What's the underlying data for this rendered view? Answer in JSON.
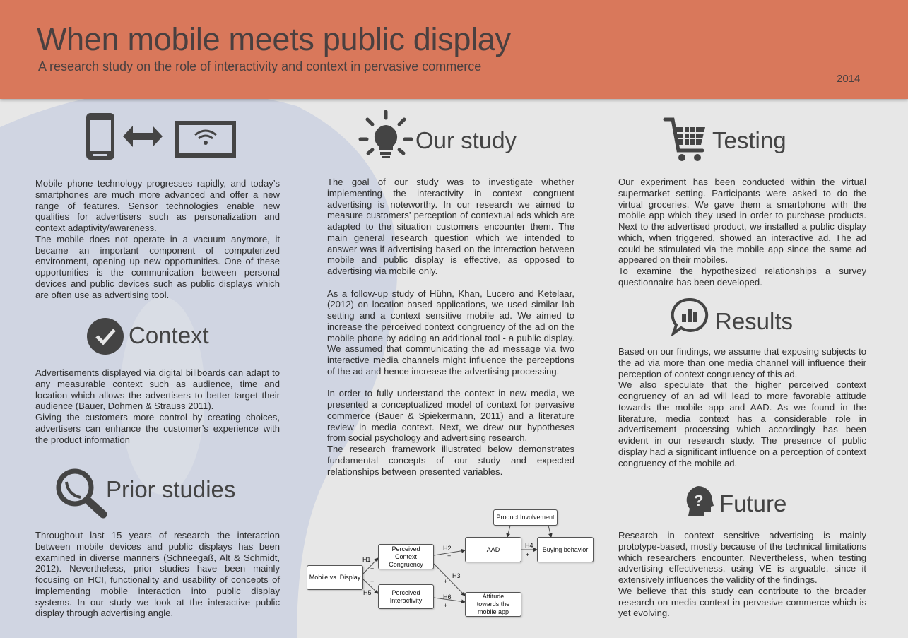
{
  "header": {
    "title": "When mobile meets public display",
    "subtitle": "A research study on the role of interactivity and context in pervasive commerce",
    "year": "2014"
  },
  "intro": {
    "paragraphs": [
      "Mobile phone technology progresses rapidly, and today’s smartphones are much more advanced and offer a new range of features. Sensor technologies enable new qualities for advertisers such as personalization and context adaptivity/awareness.",
      "The mobile does not operate in a vacuum anymore, it became an important component of computerized environment, opening up new opportunities. One of these opportunities is the communication between personal devices and public devices such as public displays which are often use as advertising tool."
    ]
  },
  "context": {
    "heading": "Context",
    "paragraphs": [
      "Advertisements displayed via digital billboards can adapt to any measurable context such as audience, time and location which allows the advertisers to better target their audience (Bauer, Dohmen & Strauss 2011).",
      "Giving the customers more control by creating choices, advertisers can enhance the customer’s experience with the product information"
    ]
  },
  "prior": {
    "heading": "Prior studies",
    "paragraphs": [
      "Throughout last 15 years of research the interaction between mobile devices and public displays has been examined in diverse manners (Schneegaß, Alt & Schmidt, 2012). Nevertheless, prior studies have been mainly focusing on HCI, functionality and usability of concepts of implementing mobile interaction into public display systems. In our study we look at the interactive public display through advertising angle."
    ]
  },
  "study": {
    "heading": "Our study",
    "p1": "The goal of our study was to investigate whether implementing the interactivity in context congruent advertising is noteworthy. In our research we aimed to measure customers’ perception of contextual ads which are adapted to the situation customers encounter them. The main general research question which we intended to answer was if advertising based on the interaction between mobile and public display is effective, as opposed to advertising via mobile only.",
    "p2": "As a follow-up study of Hühn, Khan, Lucero and Ketelaar, (2012) on location-based applications, we used similar lab setting and a context sensitive mobile ad. We aimed to increase the perceived context congruency of the ad on the mobile phone by adding an additional tool - a public display. We assumed that communicating the ad message via two interactive media channels might influence the perceptions of the ad and hence increase the advertising processing.",
    "p3": "In order to fully understand the context in new media, we presented a conceptualized model of context for pervasive commerce (Bauer & Spiekermann, 2011) and a literature review in media context. Next, we drew our hypotheses from social psychology and advertising research.",
    "p4": "The research framework illustrated below demonstrates fundamental concepts of our study and expected relationships between presented variables."
  },
  "diagram": {
    "nodes": {
      "product": "Product Involvement",
      "aad": "AAD",
      "buying": "Buying behavior",
      "pcc": "Perceived Context Congruency",
      "mvd": "Mobile vs. Display",
      "pi": "Perceived Interactivity",
      "att": "Attitude towards the mobile app"
    },
    "labels": {
      "h1": "H1",
      "h2": "H2",
      "h3": "H3",
      "h4": "H4",
      "h5": "H5",
      "h6": "H6",
      "plus": "+"
    }
  },
  "testing": {
    "heading": "Testing",
    "paragraphs": [
      "Our experiment has been conducted within the virtual supermarket setting. Participants were asked to do the virtual groceries. We gave them a smartphone with the mobile app which they used in order to purchase products. Next to the advertised product, we installed a public display which, when triggered, showed an interactive ad. The ad could be stimulated via the mobile app since the same ad appeared on their mobiles.",
      "To examine the hypothesized relationships a survey questionnaire has been developed."
    ]
  },
  "results": {
    "heading": "Results",
    "paragraphs": [
      "Based on our findings, we assume that exposing subjects to the ad via more than one media channel will influence their perception of context congruency of this ad.",
      "We also speculate that the higher perceived context congruency of an ad will lead to more favorable attitude towards the mobile app and AAD. As we found in the literature, media context has a considerable role in advertisement processing which accordingly has been evident in our research study. The presence of public display had a significant influence on a perception of context congruency of the mobile ad."
    ]
  },
  "future": {
    "heading": "Future",
    "paragraphs": [
      "Research in context sensitive advertising is mainly prototype-based, mostly because of the technical limitations which researchers encounter. Nevertheless, when testing advertising effectiveness, using VE is arguable, since it extensively influences the validity of the findings.",
      "We believe that this study can contribute to the broader research on media context in pervasive commerce which is yet evolving."
    ]
  },
  "colors": {
    "header": "#d9785b",
    "bulb": "#d0d5e2",
    "background": "#e7e7e7",
    "icon": "#444444"
  }
}
